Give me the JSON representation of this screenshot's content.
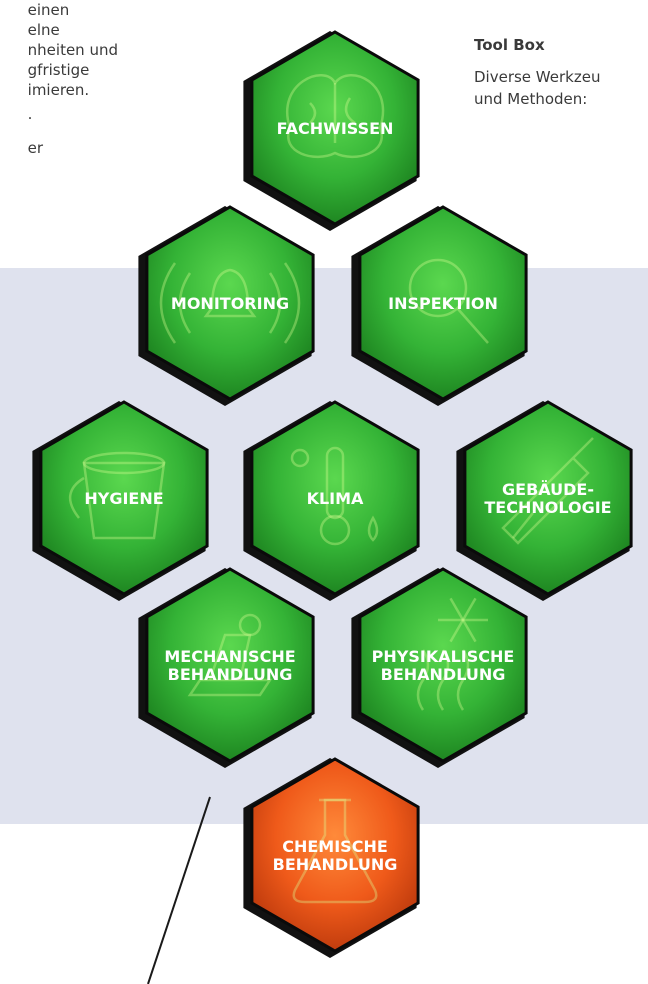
{
  "intro_text": {
    "lines": [
      "einen",
      "elne",
      "nheiten und",
      "gfristige",
      "imieren.",
      ".",
      "er"
    ]
  },
  "tool_box": {
    "title": "Tool Box",
    "description_lines": [
      "Diverse Werkzeu",
      "und Methoden:"
    ]
  },
  "hexagons": [
    {
      "id": "fachwissen",
      "label_lines": [
        "FACHWISSEN"
      ],
      "icon": "brain-icon",
      "color": "green"
    },
    {
      "id": "monitoring",
      "label_lines": [
        "MONITORING"
      ],
      "icon": "bell-icon",
      "color": "green"
    },
    {
      "id": "inspektion",
      "label_lines": [
        "INSPEKTION"
      ],
      "icon": "magnifier-icon",
      "color": "green"
    },
    {
      "id": "hygiene",
      "label_lines": [
        "HYGIENE"
      ],
      "icon": "bucket-icon",
      "color": "green"
    },
    {
      "id": "klima",
      "label_lines": [
        "KLIMA"
      ],
      "icon": "thermometer-icon",
      "color": "green"
    },
    {
      "id": "gebaeudetechnologie",
      "label_lines": [
        "GEBÄUDE-",
        "TECHNOLOGIE"
      ],
      "icon": "caulking-gun-icon",
      "color": "green"
    },
    {
      "id": "mechanische-behandlung",
      "label_lines": [
        "MECHANISCHE",
        "BEHANDLUNG"
      ],
      "icon": "sander-icon",
      "color": "green"
    },
    {
      "id": "physikalische-behandlung",
      "label_lines": [
        "PHYSIKALISCHE",
        "BEHANDLUNG"
      ],
      "icon": "snowflake-heat-icon",
      "color": "green"
    },
    {
      "id": "chemische-behandlung",
      "label_lines": [
        "CHEMISCHE",
        "BEHANDLUNG"
      ],
      "icon": "flask-icon",
      "color": "orange"
    }
  ],
  "colors": {
    "band": "#dfe2ee",
    "green_light": "#49c94a",
    "green_dark": "#1e8a1f",
    "orange_light": "#f36a22",
    "orange_dark": "#c83c0c",
    "hex_border": "#111111"
  }
}
